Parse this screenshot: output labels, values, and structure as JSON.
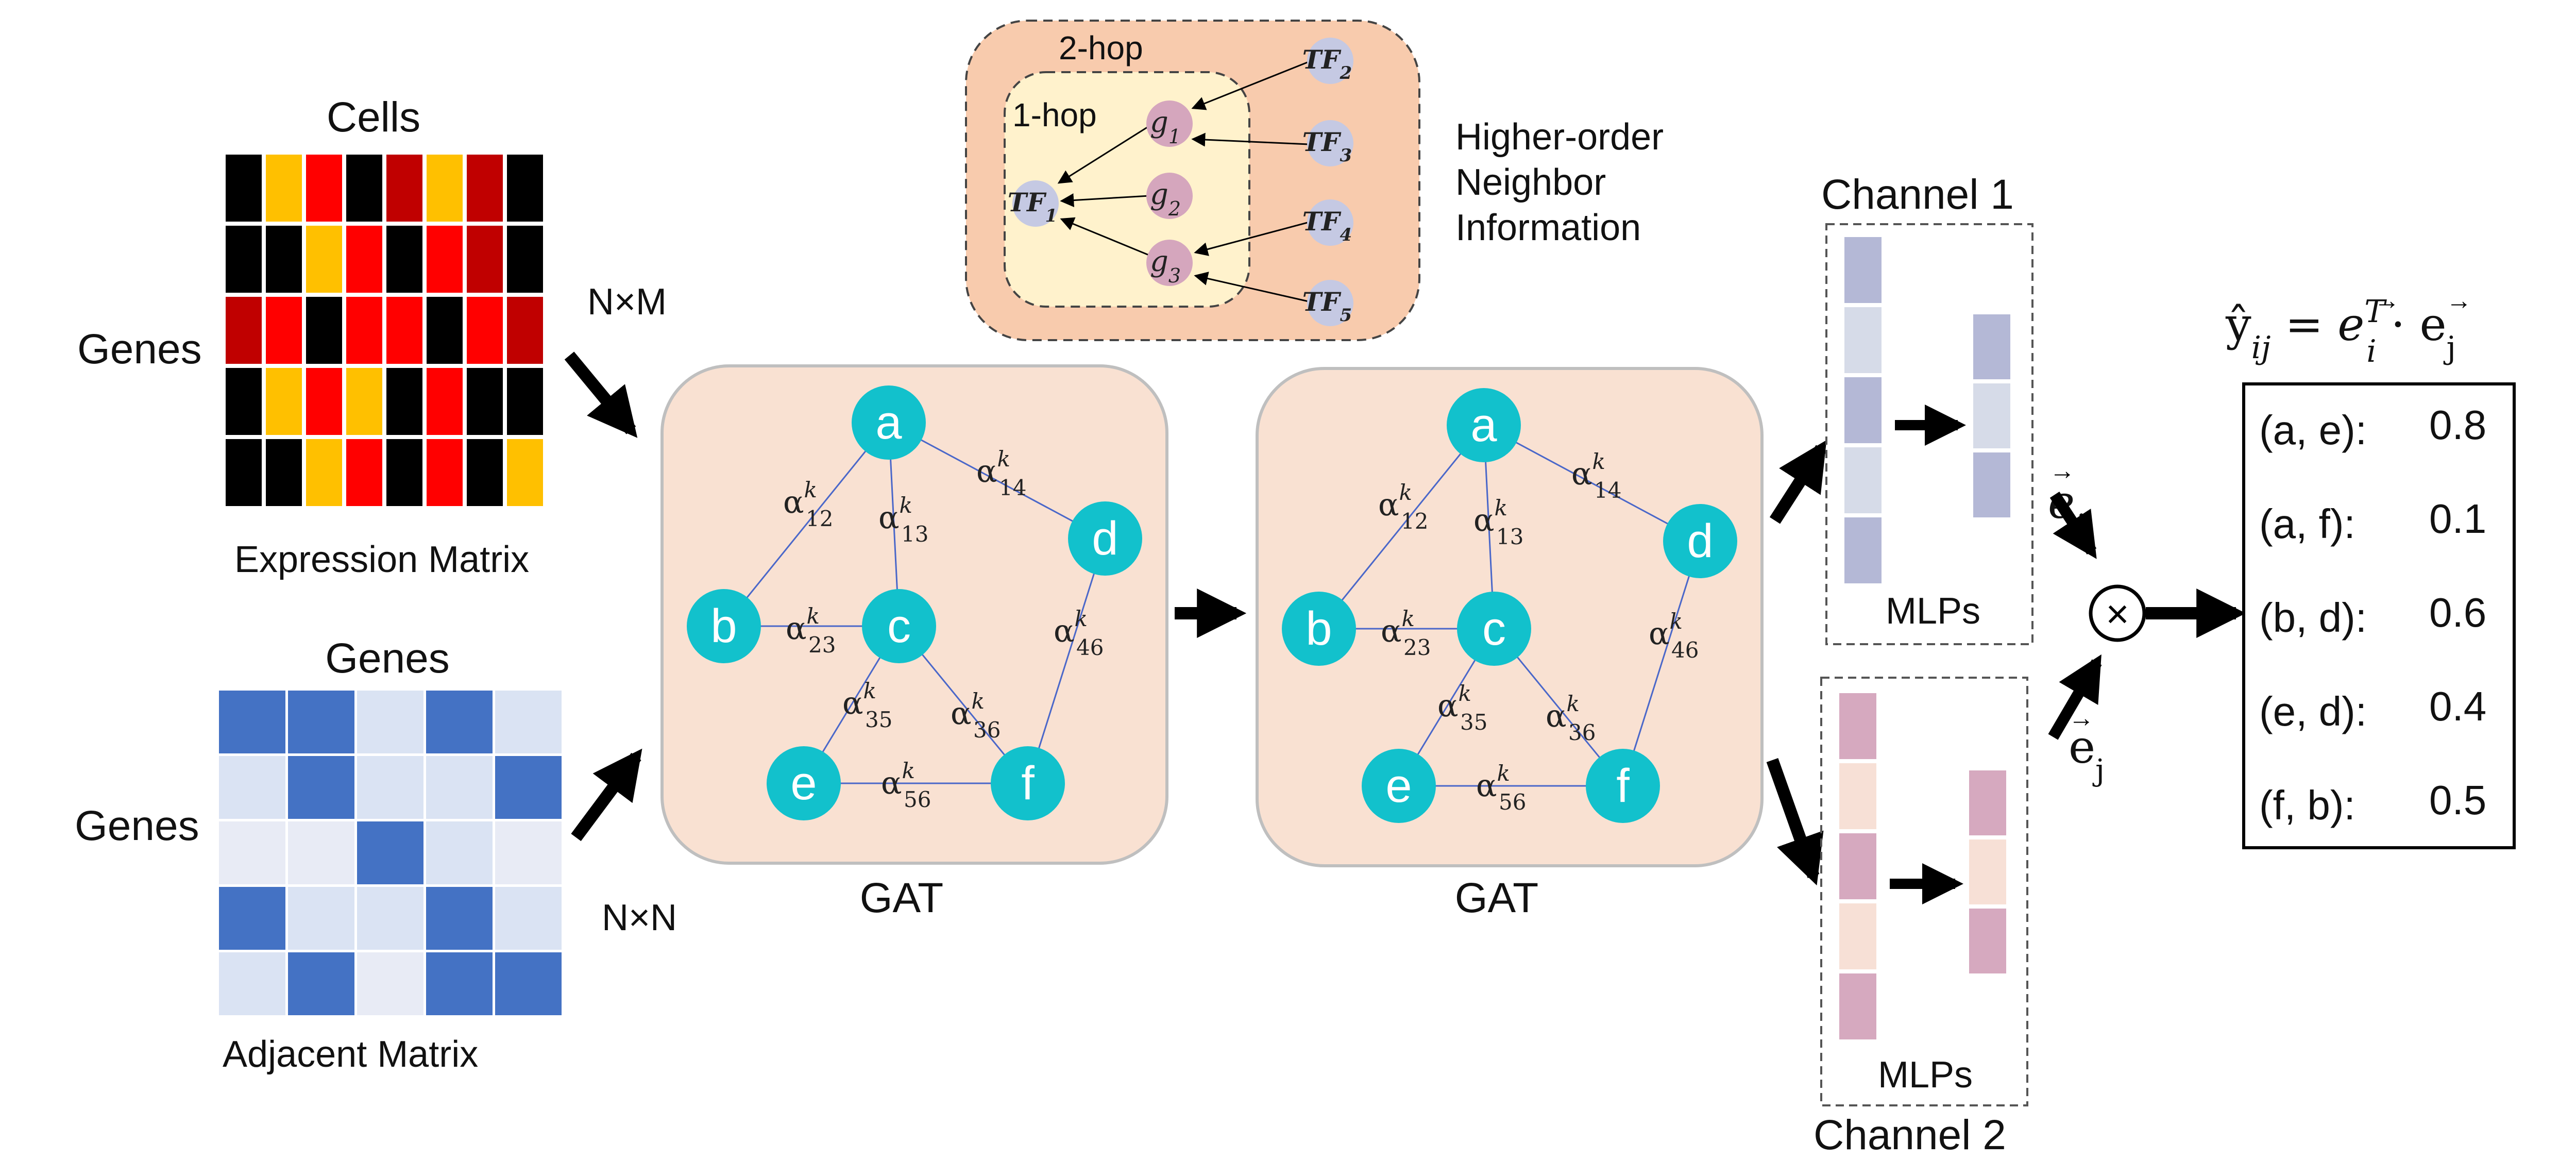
{
  "expression_matrix": {
    "top_label": "Cells",
    "side_label": "Genes",
    "bottom_label": "Expression Matrix",
    "dim_label": "N×M",
    "colors": [
      "#000000",
      "#ffc000",
      "#ff0000",
      "#c00000"
    ],
    "cells": [
      [
        0,
        1,
        2,
        0,
        3,
        1,
        3,
        0
      ],
      [
        0,
        0,
        1,
        2,
        0,
        2,
        3,
        0
      ],
      [
        3,
        2,
        0,
        2,
        2,
        0,
        2,
        3
      ],
      [
        0,
        1,
        2,
        1,
        0,
        2,
        0,
        0
      ],
      [
        0,
        0,
        1,
        2,
        0,
        2,
        0,
        1
      ]
    ]
  },
  "adjacent_matrix": {
    "top_label": "Genes",
    "side_label": "Genes",
    "bottom_label": "Adjacent Matrix",
    "dim_label": "N×N",
    "colors": [
      "#4472c4",
      "#dae3f3",
      "#e8ebf5"
    ],
    "cells": [
      [
        0,
        0,
        1,
        0,
        1
      ],
      [
        1,
        0,
        1,
        1,
        0
      ],
      [
        2,
        2,
        0,
        1,
        2
      ],
      [
        0,
        1,
        1,
        0,
        1
      ],
      [
        1,
        0,
        2,
        0,
        0
      ]
    ]
  },
  "higher_order": {
    "outer_label": "2-hop",
    "inner_label": "1-hop",
    "caption_lines": [
      "Higher-order",
      "Neighbor",
      "Information"
    ],
    "tf_nodes": [
      {
        "id": "TF1",
        "name": "TF",
        "sub": "1"
      },
      {
        "id": "TF2",
        "name": "TF",
        "sub": "2"
      },
      {
        "id": "TF3",
        "name": "TF",
        "sub": "3"
      },
      {
        "id": "TF4",
        "name": "TF",
        "sub": "4"
      },
      {
        "id": "TF5",
        "name": "TF",
        "sub": "5"
      }
    ],
    "g_nodes": [
      {
        "id": "g1",
        "name": "g",
        "sub": "1"
      },
      {
        "id": "g2",
        "name": "g",
        "sub": "2"
      },
      {
        "id": "g3",
        "name": "g",
        "sub": "3"
      }
    ]
  },
  "gat": {
    "label": "GAT",
    "nodes": [
      "a",
      "b",
      "c",
      "d",
      "e",
      "f"
    ],
    "edges": [
      {
        "from": "a",
        "to": "b",
        "sub": "12"
      },
      {
        "from": "a",
        "to": "c",
        "sub": "13"
      },
      {
        "from": "a",
        "to": "d",
        "sub": "14"
      },
      {
        "from": "b",
        "to": "c",
        "sub": "23"
      },
      {
        "from": "c",
        "to": "e",
        "sub": "35"
      },
      {
        "from": "c",
        "to": "f",
        "sub": "36"
      },
      {
        "from": "d",
        "to": "f",
        "sub": "46"
      },
      {
        "from": "e",
        "to": "f",
        "sub": "56"
      }
    ],
    "alpha_symbol": "α",
    "alpha_sup": "k"
  },
  "channel1": {
    "title": "Channel 1",
    "mlp_label": "MLPs",
    "dark_color": "#b4b8d6",
    "light_color": "#d6dbe8"
  },
  "channel2": {
    "title": "Channel 2",
    "mlp_label": "MLPs",
    "dark_color": "#d6a9bf",
    "light_color": "#f7e0d6"
  },
  "embeddings": {
    "ei_label": "e",
    "ei_sub": "i",
    "ej_label": "e",
    "ej_sub": "j",
    "op_symbol": "×"
  },
  "formula": {
    "lhs": "ŷ",
    "lhs_sub": "ij",
    "eq": " = ",
    "e1": "e",
    "e1_sub": "i",
    "e1_sup": "T",
    "dot": " · ",
    "e2": "e",
    "e2_sub": "j"
  },
  "scores": [
    {
      "pair": "(a, e):",
      "value": "0.8"
    },
    {
      "pair": "(a, f):",
      "value": "0.1"
    },
    {
      "pair": "(b, d):",
      "value": "0.6"
    },
    {
      "pair": "(e, d):",
      "value": "0.4"
    },
    {
      "pair": "(f, b):",
      "value": "0.5"
    }
  ]
}
